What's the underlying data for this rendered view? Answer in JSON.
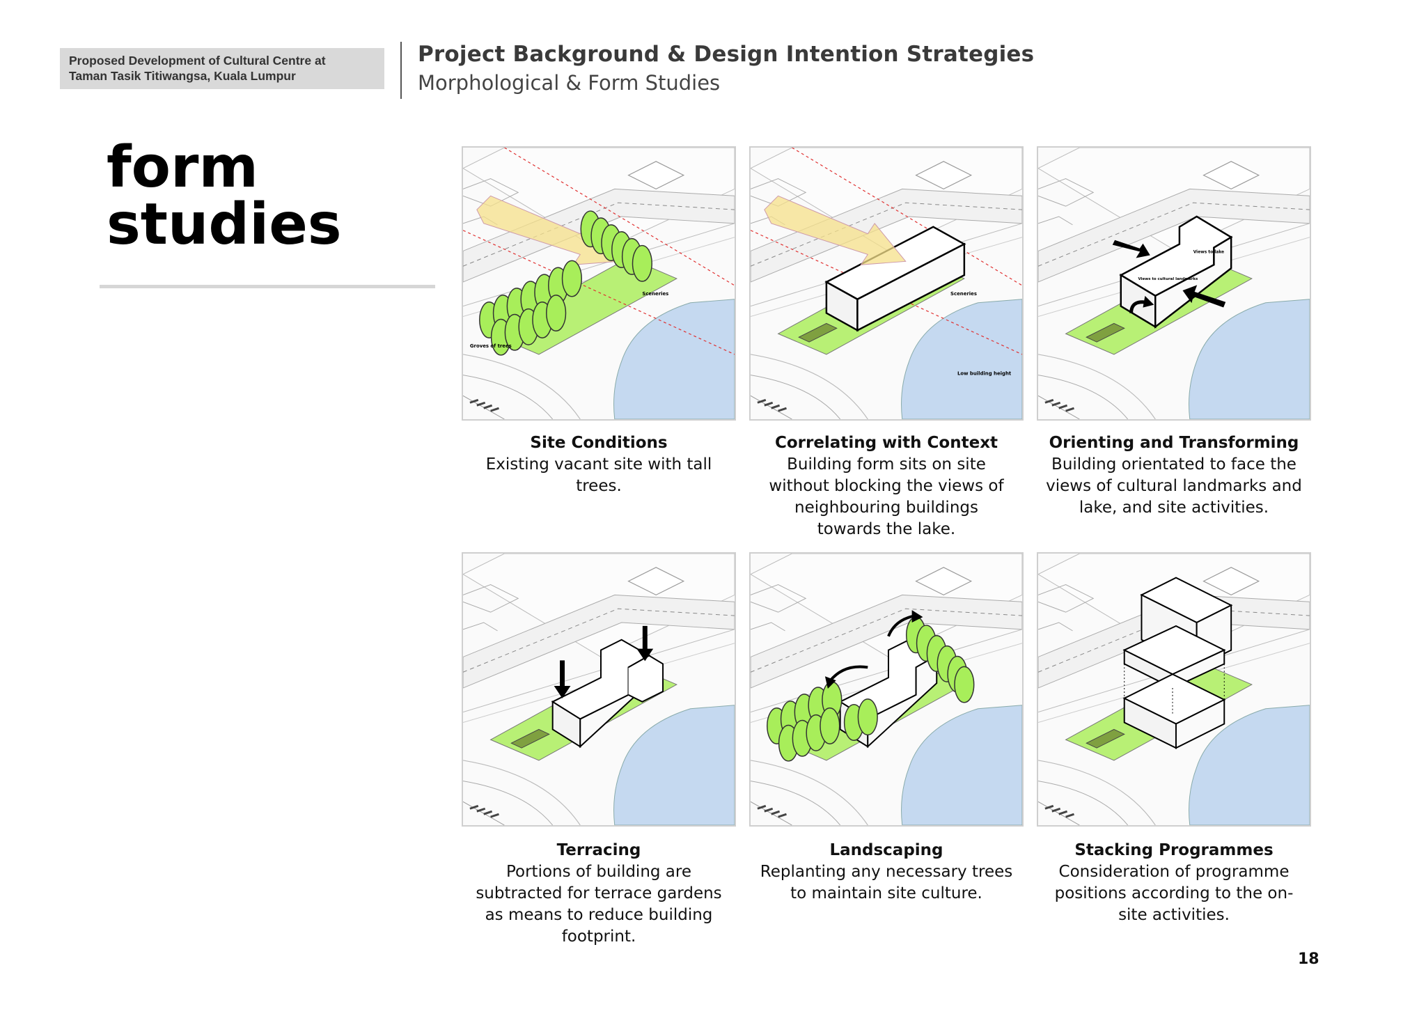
{
  "project": {
    "line1": "Proposed Development of Cultural Centre at",
    "line2": "Taman Tasik Titiwangsa, Kuala Lumpur"
  },
  "header": {
    "title": "Project Background & Design Intention Strategies",
    "subtitle": "Morphological & Form Studies"
  },
  "section": {
    "line1": "form",
    "line2": "studies"
  },
  "panels": [
    {
      "title": "Site Conditions",
      "description": "Existing vacant site with tall trees.",
      "labels": [
        "Sceneries",
        "Groves of trees"
      ]
    },
    {
      "title": "Correlating with Context",
      "description": "Building form sits on site without blocking the views of neighbouring buildings towards the lake.",
      "labels": [
        "Sceneries",
        "Low building height"
      ]
    },
    {
      "title": "Orienting and Transforming",
      "description": "Building orientated to face the views of cultural landmarks and lake, and site activities.",
      "labels": [
        "Views to lake",
        "Views to cultural landmarks"
      ]
    },
    {
      "title": "Terracing",
      "description": "Portions of building are subtracted for terrace gardens as means to reduce building footprint.",
      "labels": []
    },
    {
      "title": "Landscaping",
      "description": "Replanting any necessary trees to maintain site culture.",
      "labels": []
    },
    {
      "title": "Stacking Programmes",
      "description": "Consideration of programme positions according to the on-site activities.",
      "labels": []
    }
  ],
  "colors": {
    "grass": "#b8f075",
    "tree": "#a8ee5a",
    "lake": "#c5d9f0",
    "sun_arrow": "#f5e08a",
    "view_line": "#e03030"
  },
  "page_number": "18"
}
